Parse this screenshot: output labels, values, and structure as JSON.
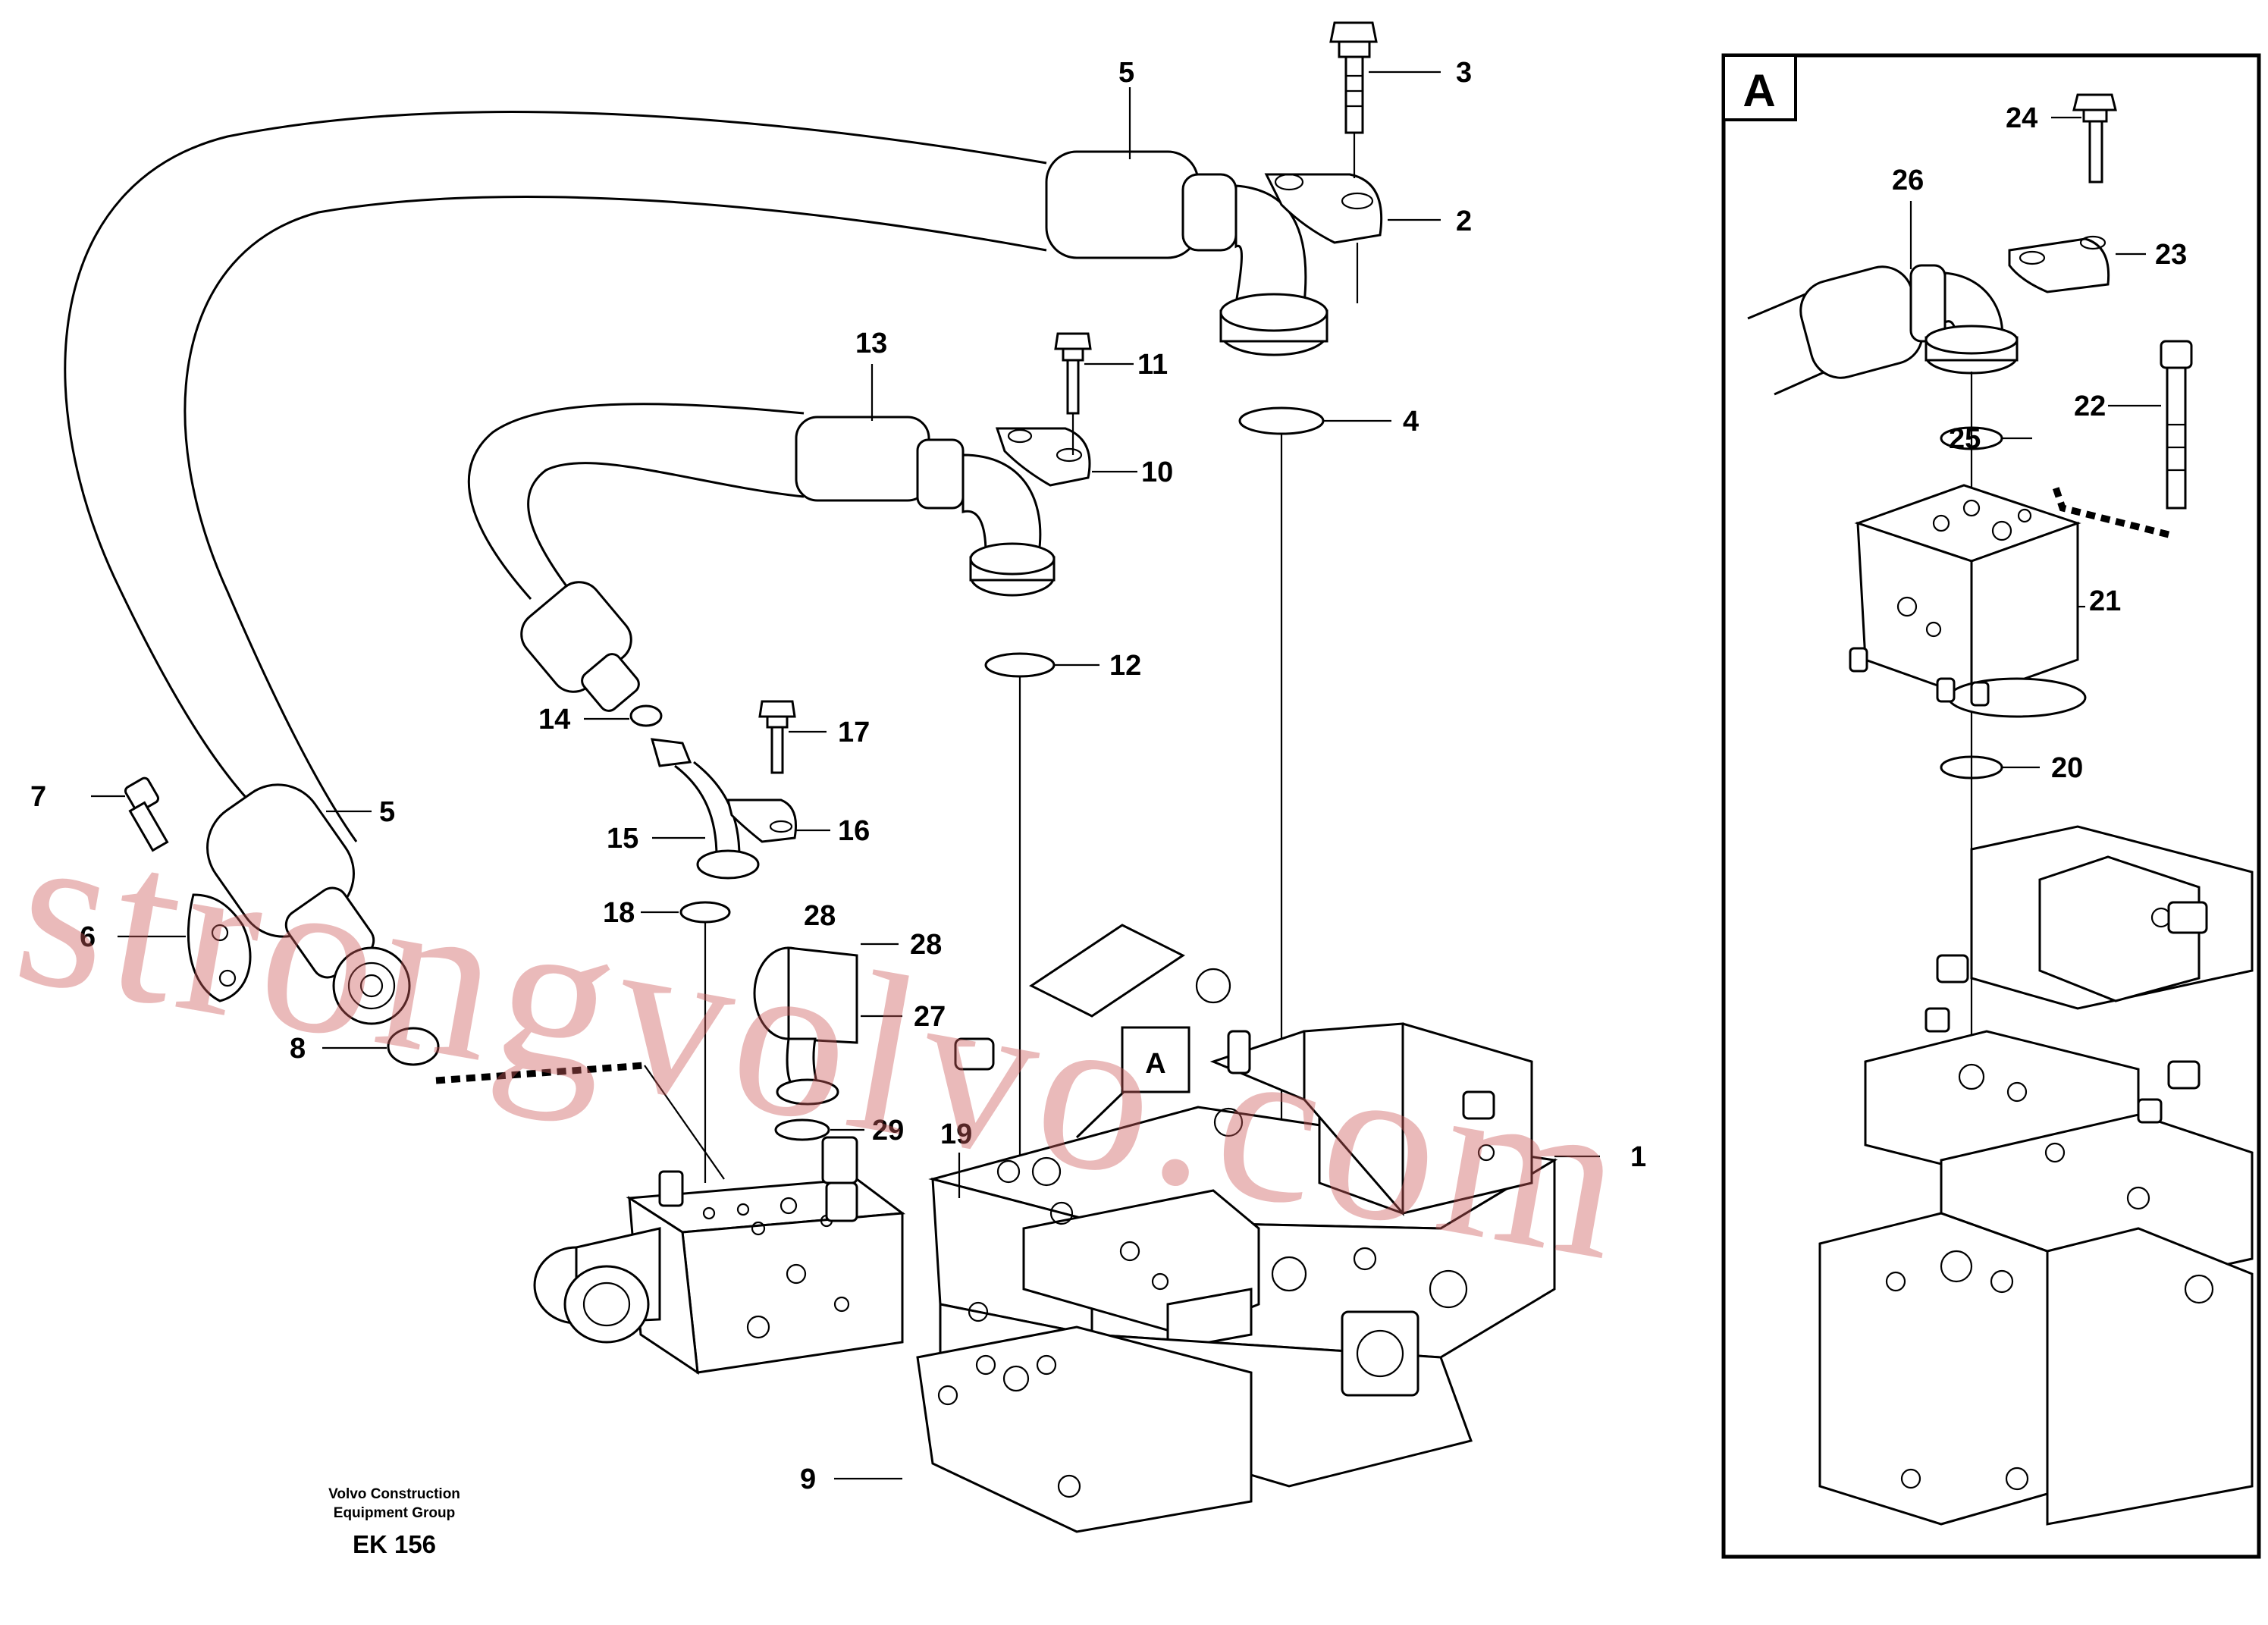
{
  "colors": {
    "ink": "#000000",
    "paper": "#ffffff",
    "watermark": "#cd5a5a"
  },
  "detail_label": "A",
  "view_marker": "A",
  "callouts": {
    "c1": "1",
    "c2": "2",
    "c3": "3",
    "c4": "4",
    "c5a": "5",
    "c5b": "5",
    "c6": "6",
    "c7": "7",
    "c8": "8",
    "c9": "9",
    "c10": "10",
    "c11": "11",
    "c12": "12",
    "c13": "13",
    "c14": "14",
    "c15": "15",
    "c16": "16",
    "c17": "17",
    "c18": "18",
    "c19": "19",
    "c20": "20",
    "c21": "21",
    "c22": "22",
    "c23": "23",
    "c24": "24",
    "c25": "25",
    "c26": "26",
    "c27": "27",
    "c28a": "28",
    "c28b": "28",
    "c29": "29"
  },
  "credit": {
    "org_line1": "Volvo Construction",
    "org_line2": "Equipment Group",
    "code": "EK 156"
  },
  "watermark": "strongvolvo.com"
}
